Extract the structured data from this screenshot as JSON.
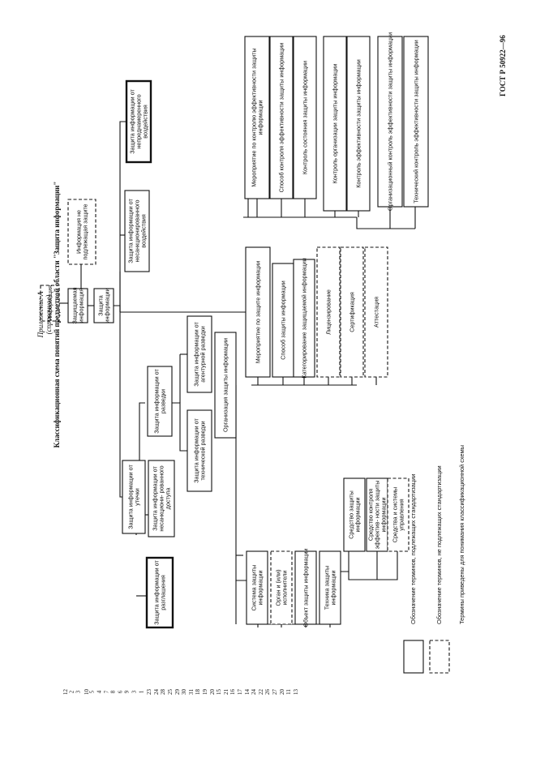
{
  "doc": {
    "gost": "ГОСТ Р 50922—96",
    "appendix": "Приложение А",
    "ref": "(справочное)",
    "title": "Классификационная схема понятий предметной области \"Защита информации\""
  },
  "numbers": [
    "12",
    "2",
    "3",
    "10",
    "5",
    "4",
    "7",
    "8",
    "6",
    "9",
    "3",
    "1",
    "23",
    "24",
    "28",
    "25",
    "29",
    "30",
    "31",
    "18",
    "19",
    "20",
    "15",
    "21",
    "16",
    "17",
    "14",
    "24",
    "22",
    "26",
    "27",
    "20",
    "11",
    "13"
  ],
  "legend": [
    {
      "text": "Обозначение терминов, подлежащих стандартизации",
      "dashed": false
    },
    {
      "text": "Обозначение терминов, не подлежащих стандартизации",
      "dashed": true
    },
    {
      "text": "Термины приведены для понимания классификационной схемы",
      "dashed": null
    }
  ],
  "nodes": {
    "informaciya": "Информация",
    "zashchishchaemaya": "Защищаемая информация",
    "ne_podlezhashchaya": "Информация не подлежащая защите",
    "zashchita": "Защита информации",
    "ot_nsd_vozd": "Защита информации от несанкционированного воздействия",
    "ot_nepredn": "Защита информации от непреднамеренного воздействия",
    "ot_razglasheniya": "Защита информации от разглашения",
    "ot_utechki": "Защита информации от утечки",
    "ot_nsd_dostupa": "Защита информации от несанкциони- рованного доступа",
    "ot_razvedki": "Защита информации от разведки",
    "ot_tekh_razvedki": "Защита информации от технической разведки",
    "ot_agent_razvedki": "Защита информации от агентурной разведки",
    "organizaciya": "Организация защиты информации",
    "sistema": "Система защиты информации",
    "organ": "Орган и (или) исполнители",
    "obekt": "Объект защиты информации",
    "tekhnika": "Техника защиты информации",
    "sredstvo": "Средство защиты информации",
    "sredstvo_kontrolya": "Средство контроля эффектив- ности защиты информации",
    "sredstva_sistemy": "Средства и системы управления",
    "meropriyatie": "Мероприятие по защите информации",
    "sposob": "Способ защиты информации",
    "kategorirovanie": "Категорирование защищаемой информации",
    "licenzirovanie": "Лицензирование",
    "sertifikaciya": "Сертификация",
    "attestaciya": "Аттестация",
    "mer_kontrol": "Мероприятие по контролю эффективности защиты информации",
    "sposob_kontrolya": "Способ контроля эффективности защиты информации",
    "kontrol_sostoyaniya": "Контроль состояния защиты информации",
    "kontrol_org": "Контроль организации защиты информации",
    "kontrol_eff": "Контроль эффективности защиты информации",
    "org_kontrol": "Организационный контроль эффективности защиты информации",
    "tekh_kontrol": "Технический контроль эффективности защиты информации"
  }
}
